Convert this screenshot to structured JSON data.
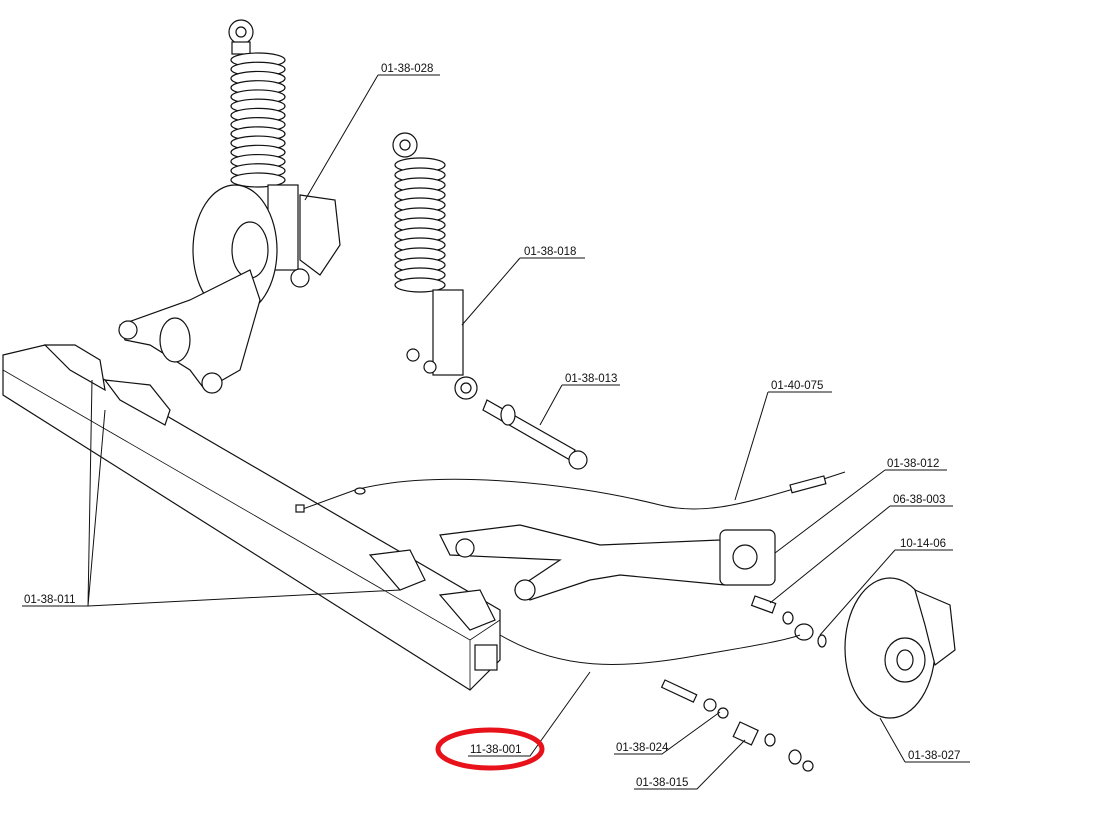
{
  "diagram": {
    "part_labels": {
      "shock_left": "01-38-028",
      "shock_right": "01-38-018",
      "shock_bolt": "01-38-013",
      "brake_cable": "01-40-075",
      "trailing_arm": "01-38-012",
      "hub_bolt": "06-38-003",
      "oring": "10-14-06",
      "cross_beam": "01-38-011",
      "brake_hose": "11-38-001",
      "nut_washer": "01-38-024",
      "bushing": "01-38-015",
      "brake_disc_hub": "01-38-027"
    },
    "highlight_color": "#e8121b",
    "highlighted_part": "11-38-001"
  }
}
